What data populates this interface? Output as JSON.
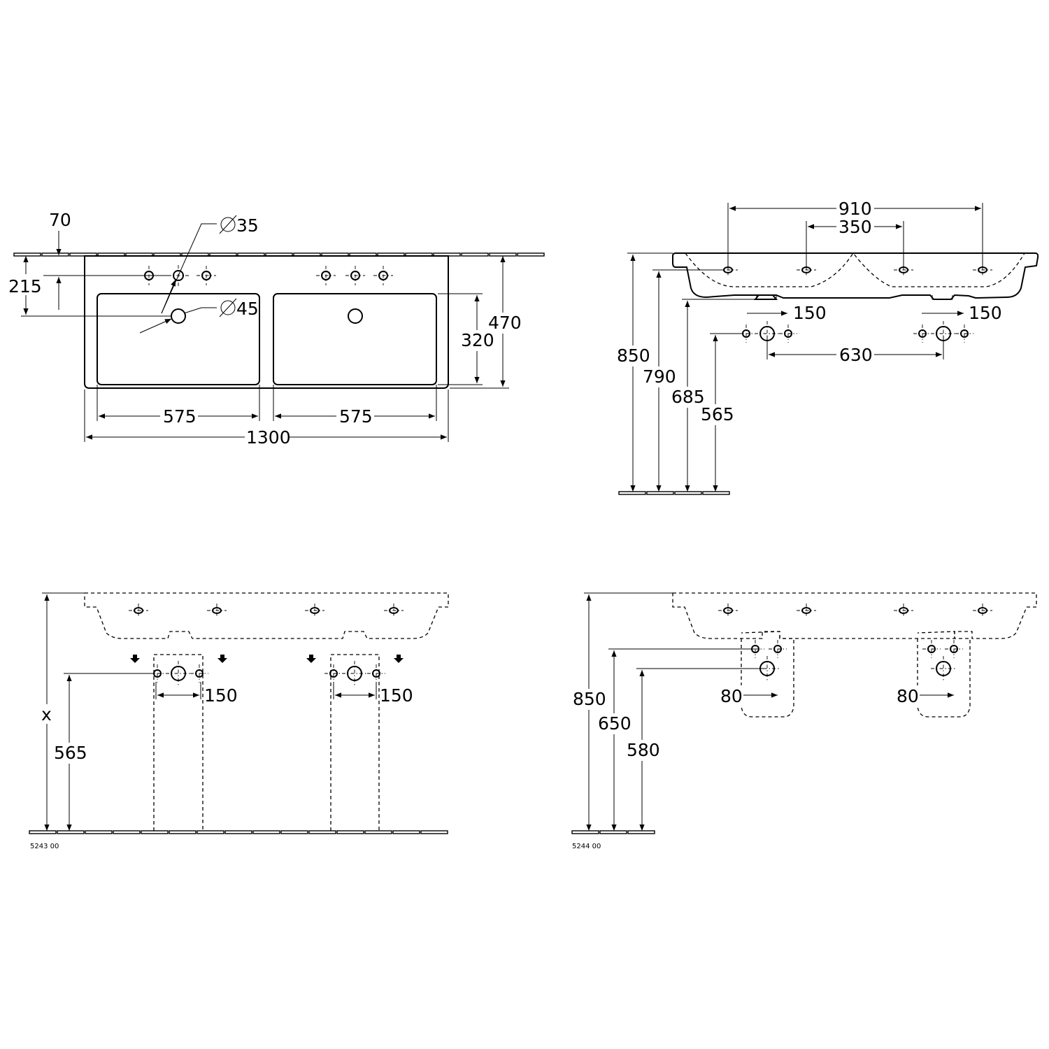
{
  "top_view": {
    "dim_70": "70",
    "dim_215": "215",
    "dim_dia35": "35",
    "dim_dia45": "45",
    "dim_320": "320",
    "dim_470": "470",
    "dim_575_left": "575",
    "dim_575_right": "575",
    "dim_1300": "1300"
  },
  "side_view": {
    "dim_910": "910",
    "dim_350": "350",
    "dim_150_left": "150",
    "dim_150_right": "150",
    "dim_630": "630",
    "dim_850": "850",
    "dim_790": "790",
    "dim_685": "685",
    "dim_565": "565"
  },
  "install_5243": {
    "dim_x": "x",
    "dim_565": "565",
    "dim_150_left": "150",
    "dim_150_right": "150",
    "code": "5243 00"
  },
  "install_5244": {
    "dim_850": "850",
    "dim_650": "650",
    "dim_580": "580",
    "dim_80_left": "80",
    "dim_80_right": "80",
    "code": "5244 00"
  }
}
